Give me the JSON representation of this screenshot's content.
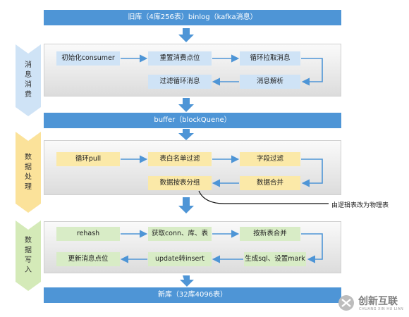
{
  "bars": {
    "top": "旧库（4库256表）binlog（kafka消息）",
    "middle": "buffer（blockQuene）",
    "bottom": "新库（32库4096表）"
  },
  "sections": {
    "consume": {
      "label": "消息消费",
      "nodes": [
        "初始化consumer",
        "重置消费点位",
        "循环拉取消息",
        "消息解析",
        "过滤循环消息"
      ]
    },
    "process": {
      "label": "数据处理",
      "nodes": [
        "循环pull",
        "表白名单过滤",
        "字段过滤",
        "数据合并",
        "数据按表分组"
      ],
      "annotation": "由逻辑表改为物理表"
    },
    "write": {
      "label": "数据写入",
      "nodes": [
        "rehash",
        "获取conn、库、表",
        "按新表合并",
        "生成sql、设置mark",
        "update转insert",
        "更新消息点位"
      ]
    }
  },
  "watermark": {
    "text": "创新互联",
    "sub": "CHUANG XIN HU LIAN"
  },
  "colors": {
    "bar": "#4e95d6",
    "arrow": "#4e95d6",
    "consume_tab": "#cfe3f6",
    "process_tab": "#fbe29a",
    "write_tab": "#d4eab8"
  }
}
